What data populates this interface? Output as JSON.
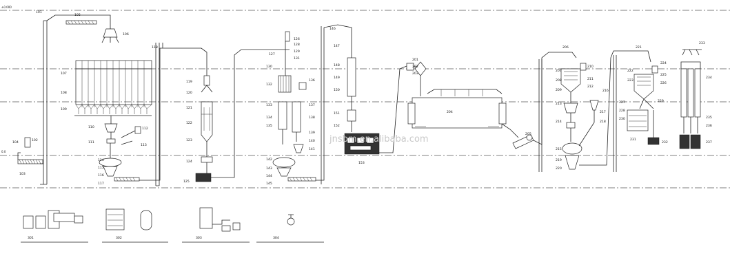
{
  "watermark": "jnsbm.en.alibaba.com",
  "corner_label": "±0.000",
  "side_label": "0.0",
  "tags": {
    "t101": "101",
    "t102": "102",
    "t103": "103",
    "t104": "104",
    "t105": "105",
    "t106": "106",
    "t107": "107",
    "t108": "108",
    "t109": "109",
    "t110": "110",
    "t111": "111",
    "t112": "112",
    "t113": "113",
    "t114": "114",
    "t115": "115",
    "t116": "116",
    "t117": "117",
    "t118": "118",
    "t119": "119",
    "t120": "120",
    "t121": "121",
    "t122": "122",
    "t123": "123",
    "t124": "124",
    "t125": "125",
    "t126": "126",
    "t127": "127",
    "t128": "128",
    "t129": "129",
    "t130": "130",
    "t131": "131",
    "t132": "132",
    "t133": "133",
    "t134": "134",
    "t135": "135",
    "t136": "136",
    "t137": "137",
    "t138": "138",
    "t139": "139",
    "t140": "140",
    "t141": "141",
    "t142": "142",
    "t143": "143",
    "t144": "144",
    "t145": "145",
    "t146": "146",
    "t147": "147",
    "t148": "148",
    "t149": "149",
    "t150": "150",
    "t151": "151",
    "t152": "152",
    "t153": "153",
    "t201": "201",
    "t202": "202",
    "t203": "203",
    "t204": "204",
    "t205": "205",
    "t206": "206",
    "t207": "207",
    "t208": "208",
    "t209": "209",
    "t210": "210",
    "t211": "211",
    "t212": "212",
    "t213": "213",
    "t214": "214",
    "t215": "215",
    "t216": "216",
    "t217": "217",
    "t218": "218",
    "t219": "219",
    "t220": "220",
    "t221": "221",
    "t222": "222",
    "t223": "223",
    "t224": "224",
    "t225": "225",
    "t226": "226",
    "t227": "227",
    "t228": "228",
    "t229": "229",
    "t230": "230",
    "t231": "231",
    "t232": "232",
    "t233": "233",
    "t234": "234",
    "t235": "235",
    "t236": "236",
    "t237": "237",
    "t301": "301",
    "t302": "302",
    "t303": "303",
    "t304": "304"
  }
}
